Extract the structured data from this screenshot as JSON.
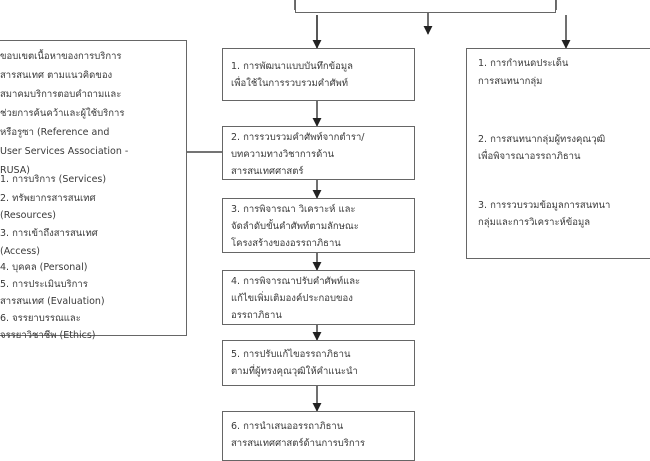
{
  "left_panel": {
    "lines": [
      "ขอบเขตเนื้อหาของการบริการ",
      "สารสนเทศ ตามแนวคิดของ",
      "สมาคมบริการตอบคำถามและ",
      "ช่วยการค้นคว้าและผู้ใช้บริการ",
      "หรือรูซา (Reference and",
      "User Services Association -",
      "RUSA)",
      "1. การบริการ (Services)",
      "2. ทรัพยากรสารสนเทศ",
      "(Resources)",
      "3. การเข้าถึงสารสนเทศ",
      "(Access)",
      "4. บุคคล (Personal)",
      "5. การประเมินบริการ",
      "สารสนเทศ (Evaluation)",
      "6. จรรยาบรรณและ",
      "จรรยาวิชาชีพ (Ethics)"
    ]
  },
  "center_steps": [
    {
      "line1": "1. การพัฒนาแบบบันทึกข้อมูล",
      "line2": "เพื่อใช้ในการรวบรวมคำศัพท์",
      "line3": ""
    },
    {
      "line1": "2. การรวบรวมคำศัพท์จากตำรา/",
      "line2": "บทความทางวิชาการด้าน",
      "line3": "สารสนเทศศาสตร์"
    },
    {
      "line1": "3. การพิจารณา วิเคราะห์ และ",
      "line2": "จัดลำดับขั้นคำศัพท์ตามลักษณะ",
      "line3": "โครงสร้างของอรรถาภิธาน"
    },
    {
      "line1": "4. การพิจารณาปรับคำศัพท์และ",
      "line2": "แก้ไขเพิ่มเติมองค์ประกอบของ",
      "line3": "อรรถาภิธาน"
    },
    {
      "line1": "5. การปรับแก้ไขอรรถาภิธาน",
      "line2": "ตามที่ผู้ทรงคุณวุฒิให้คำแนะนำ",
      "line3": ""
    },
    {
      "line1": "6. การนำเสนออรรถาภิธาน",
      "line2": "สารสนเทศศาสตร์ด้านการบริการ",
      "line3": ""
    }
  ],
  "right_steps": [
    {
      "line1": "1. การกำหนดประเด็น",
      "line2": "การสนทนากลุ่ม"
    },
    {
      "line1": "2. การสนทนากลุ่มผู้ทรงคุณวุฒิ",
      "line2": "เพื่อพิจารณาอรรถาภิธาน"
    },
    {
      "line1": "3. การรวบรวมข้อมูลการสนทนา",
      "line2": "กลุ่มและการวิเคราะห์ข้อมูล"
    }
  ]
}
